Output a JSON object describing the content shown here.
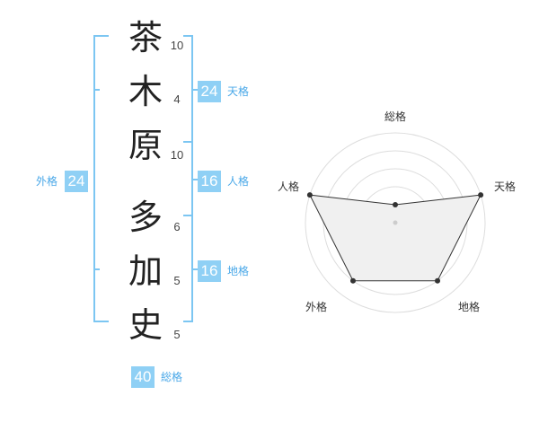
{
  "name": {
    "chars": [
      {
        "char": "茶",
        "strokes": "10"
      },
      {
        "char": "木",
        "strokes": "4"
      },
      {
        "char": "原",
        "strokes": "10"
      },
      {
        "char": "多",
        "strokes": "6"
      },
      {
        "char": "加",
        "strokes": "5"
      },
      {
        "char": "史",
        "strokes": "5"
      }
    ]
  },
  "fortune": {
    "tenkaku": {
      "value": "24",
      "label": "天格"
    },
    "jinkaku": {
      "value": "16",
      "label": "人格"
    },
    "chikaku": {
      "value": "16",
      "label": "地格"
    },
    "gaikaku": {
      "value": "24",
      "label": "外格"
    },
    "soukaku": {
      "value": "40",
      "label": "総格"
    }
  },
  "colors": {
    "bracket": "#7cc6f2",
    "box": "#8fd0f5",
    "label": "#4aa8e8",
    "radar_fill": "#f0f0f0",
    "radar_line": "#333333"
  },
  "chart_data": {
    "type": "radar",
    "axes": [
      "総格",
      "天格",
      "地格",
      "外格",
      "人格"
    ],
    "rings": 5,
    "scale_max": 5,
    "values": [
      1,
      5,
      4,
      4,
      5
    ]
  }
}
